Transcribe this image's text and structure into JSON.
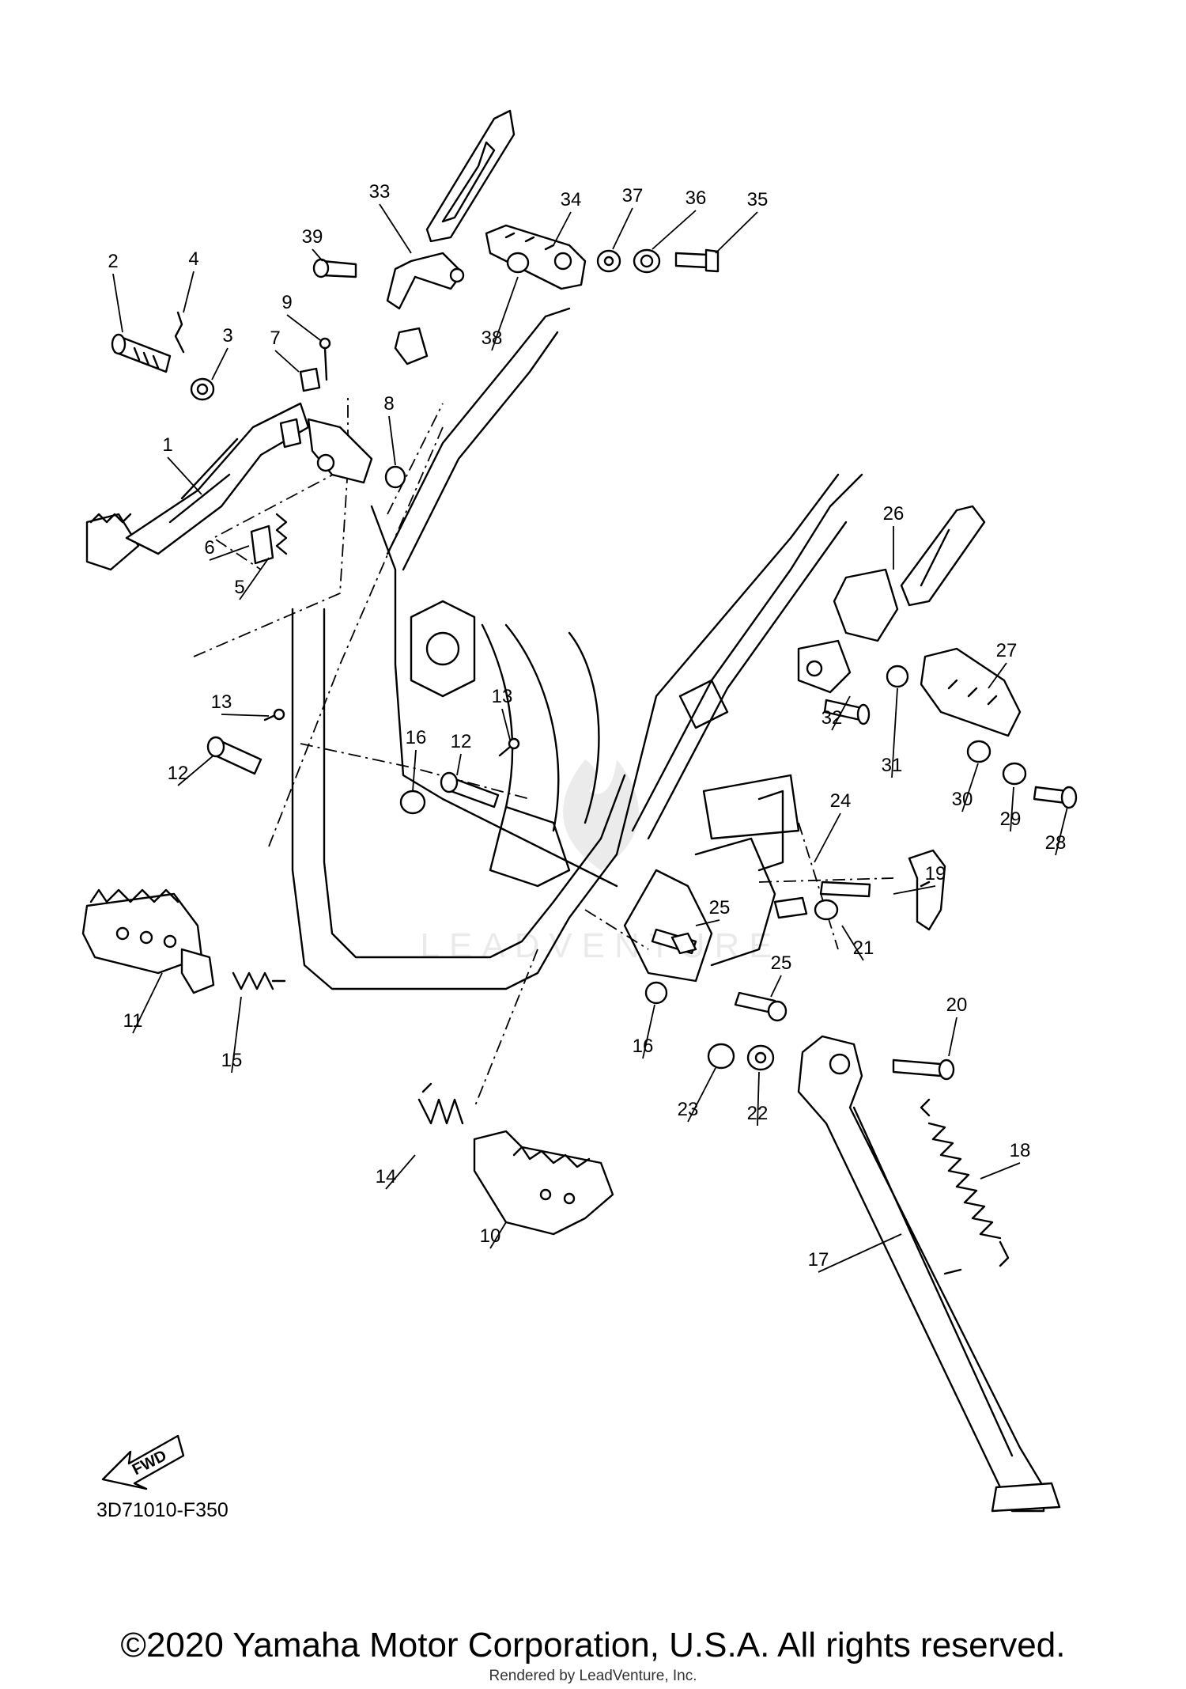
{
  "diagram": {
    "part_code": "3D71010-F350",
    "direction_label": "FWD",
    "copyright": "©2020 Yamaha Motor Corporation, U.S.A. All rights reserved.",
    "rendered_by": "Rendered by LeadVenture, Inc.",
    "watermark_text": "LEADVENTURE",
    "line_color": "#000000",
    "background_color": "#ffffff"
  },
  "callouts": [
    {
      "id": "c1",
      "label": "1"
    },
    {
      "id": "c2",
      "label": "2"
    },
    {
      "id": "c3",
      "label": "3"
    },
    {
      "id": "c4",
      "label": "4"
    },
    {
      "id": "c5",
      "label": "5"
    },
    {
      "id": "c6",
      "label": "6"
    },
    {
      "id": "c7",
      "label": "7"
    },
    {
      "id": "c8",
      "label": "8"
    },
    {
      "id": "c9",
      "label": "9"
    },
    {
      "id": "c10",
      "label": "10"
    },
    {
      "id": "c11",
      "label": "11"
    },
    {
      "id": "c12a",
      "label": "12"
    },
    {
      "id": "c12b",
      "label": "12"
    },
    {
      "id": "c13a",
      "label": "13"
    },
    {
      "id": "c13b",
      "label": "13"
    },
    {
      "id": "c14",
      "label": "14"
    },
    {
      "id": "c15",
      "label": "15"
    },
    {
      "id": "c16a",
      "label": "16"
    },
    {
      "id": "c16b",
      "label": "16"
    },
    {
      "id": "c17",
      "label": "17"
    },
    {
      "id": "c18",
      "label": "18"
    },
    {
      "id": "c19",
      "label": "19"
    },
    {
      "id": "c20",
      "label": "20"
    },
    {
      "id": "c21",
      "label": "21"
    },
    {
      "id": "c22",
      "label": "22"
    },
    {
      "id": "c23",
      "label": "23"
    },
    {
      "id": "c24",
      "label": "24"
    },
    {
      "id": "c25a",
      "label": "25"
    },
    {
      "id": "c25b",
      "label": "25"
    },
    {
      "id": "c26",
      "label": "26"
    },
    {
      "id": "c27",
      "label": "27"
    },
    {
      "id": "c28",
      "label": "28"
    },
    {
      "id": "c29",
      "label": "29"
    },
    {
      "id": "c30",
      "label": "30"
    },
    {
      "id": "c31",
      "label": "31"
    },
    {
      "id": "c32",
      "label": "32"
    },
    {
      "id": "c33",
      "label": "33"
    },
    {
      "id": "c34",
      "label": "34"
    },
    {
      "id": "c35",
      "label": "35"
    },
    {
      "id": "c36",
      "label": "36"
    },
    {
      "id": "c37",
      "label": "37"
    },
    {
      "id": "c38",
      "label": "38"
    },
    {
      "id": "c39",
      "label": "39"
    }
  ]
}
